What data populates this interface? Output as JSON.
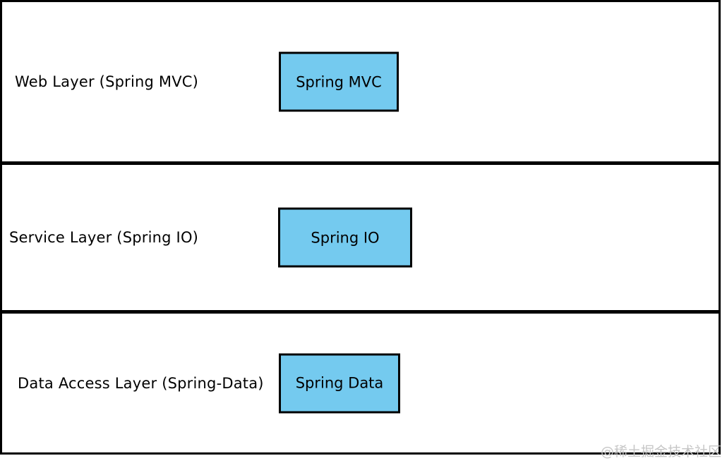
{
  "diagram": {
    "layers": [
      {
        "label": "Web Layer (Spring MVC)",
        "box_label": "Spring MVC"
      },
      {
        "label": "Service Layer (Spring IO)",
        "box_label": "Spring IO"
      },
      {
        "label": "Data Access Layer (Spring-Data)",
        "box_label": "Spring Data"
      }
    ],
    "colors": {
      "box_fill": "#74CAEF",
      "box_border": "#000000",
      "layer_border": "#000000",
      "text": "#000000"
    }
  },
  "watermark": {
    "text": "@稀土掘金技术社区",
    "color": "#C6C6C6"
  }
}
